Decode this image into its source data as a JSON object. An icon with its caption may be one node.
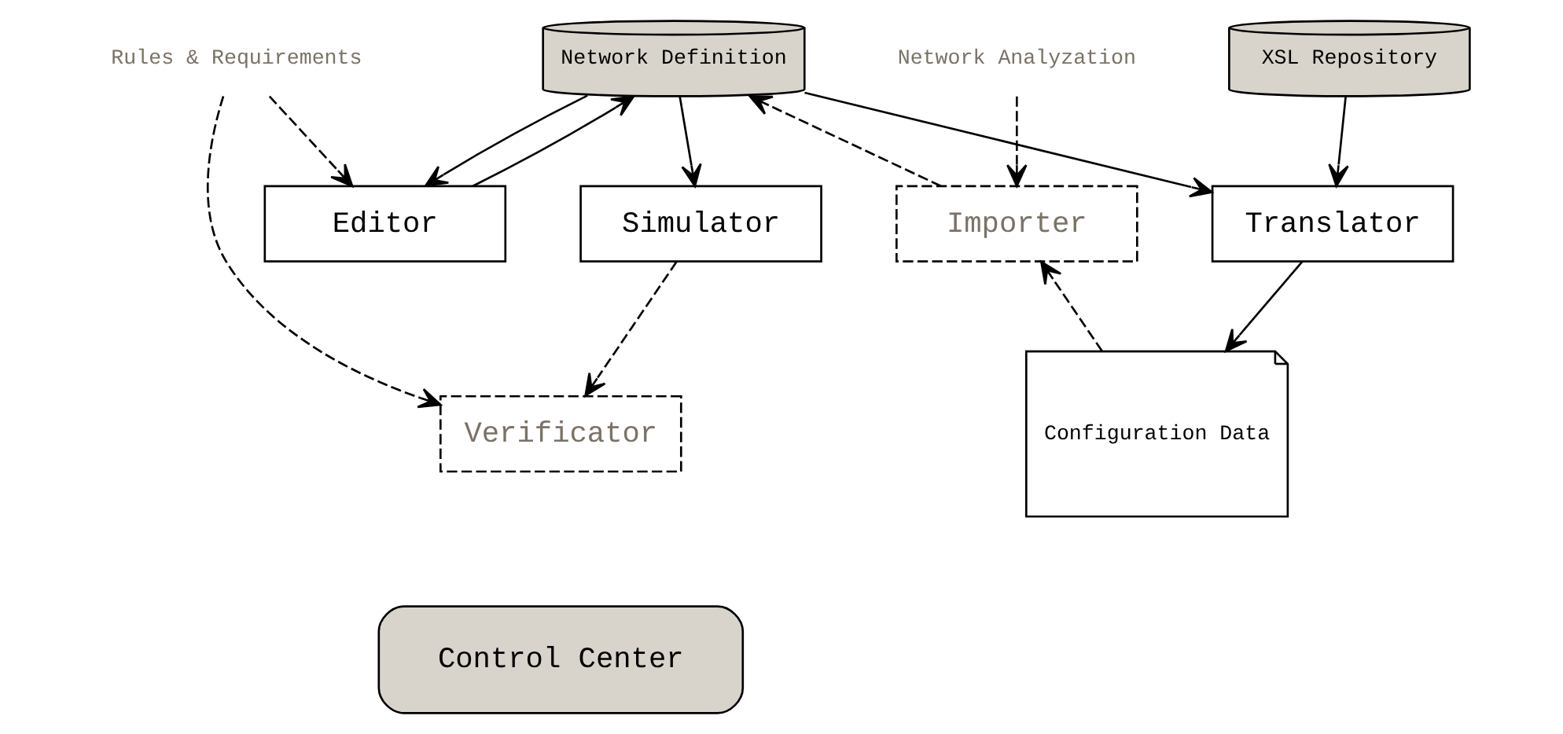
{
  "diagram": {
    "nodes": [
      {
        "text": [
          "Network Definition"
        ]
      },
      {
        "text": [
          "XSL Repository"
        ]
      },
      {
        "text": [
          "Simulator"
        ]
      },
      {
        "text": [
          "Editor"
        ]
      },
      {
        "text": [
          "Importer"
        ]
      },
      {
        "text": [
          "Translator"
        ]
      },
      {
        "text": [
          "Rules & Requirements"
        ]
      },
      {
        "text": [
          "Network Analyzation"
        ]
      },
      {
        "text": [
          "Verificator"
        ]
      },
      {
        "text": [
          "Configuration Data"
        ]
      },
      {
        "text": [
          "Control Center"
        ]
      }
    ],
    "edges": [
      {
        "from": 0,
        "to": 2,
        "arrow": "to"
      },
      {
        "from": 3,
        "to": 0,
        "arrow": "to"
      },
      {
        "from": 0,
        "to": 3,
        "arrow": "to"
      },
      {
        "from": 4,
        "to": 0,
        "arrow": "to",
        "style": "dashed"
      },
      {
        "from": 0,
        "to": 5,
        "arrow": "to"
      },
      {
        "from": 1,
        "to": 5,
        "arrow": "to"
      },
      {
        "from": 2,
        "to": 8,
        "arrow": "to",
        "style": "dashed"
      },
      {
        "from": 6,
        "to": 3,
        "arrow": "to",
        "style": "dashed"
      },
      {
        "from": 6,
        "to": 8,
        "arrow": "to",
        "style": "dashed"
      },
      {
        "from": 7,
        "to": 4,
        "arrow": "to",
        "style": "dashed"
      },
      {
        "from": 9,
        "to": 4,
        "arrow": "to",
        "style": "dashed"
      },
      {
        "from": 5,
        "to": 9,
        "arrow": "to"
      }
    ]
  }
}
